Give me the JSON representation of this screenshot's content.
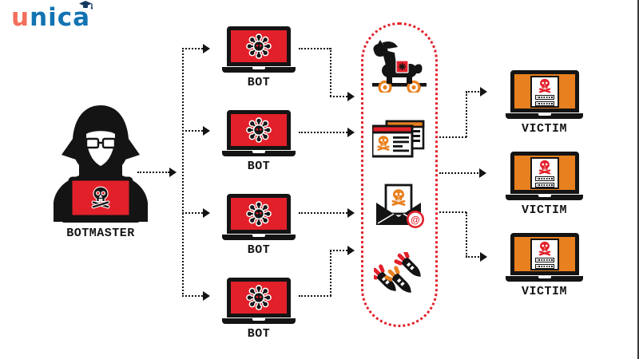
{
  "colors": {
    "red": "#e2202a",
    "orange": "#e8801f",
    "ink": "#141414",
    "logo_blue": "#1273b2",
    "logo_coral": "#f1705c"
  },
  "logo": {
    "first_letter": "u",
    "rest": "nica"
  },
  "botmaster": {
    "label": "BOTMASTER"
  },
  "bots": [
    {
      "label": "BOT"
    },
    {
      "label": "BOT"
    },
    {
      "label": "BOT"
    },
    {
      "label": "BOT"
    }
  ],
  "victims": [
    {
      "label": "VICTIM"
    },
    {
      "label": "VICTIM"
    },
    {
      "label": "VICTIM"
    }
  ],
  "attack_channel": {
    "email_badge": "@",
    "icons": [
      "trojan-horse-icon",
      "infected-documents-icon",
      "malicious-email-icon",
      "missiles-icon"
    ]
  }
}
